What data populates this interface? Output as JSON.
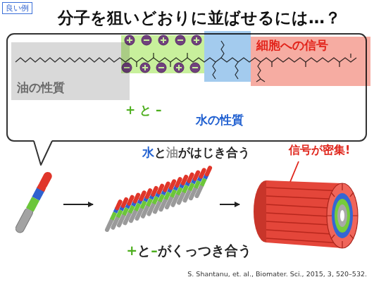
{
  "diagram": {
    "title": "分子を狙いどおりに並ばせるには…？",
    "nodes": [
      {
        "text": [
          "良い例"
        ]
      },
      {
        "text": [
          "油の性質"
        ]
      },
      {
        "text": [
          "+ と –"
        ]
      },
      {
        "text": [
          "水の性質"
        ]
      },
      {
        "text": [
          "細胞への信号"
        ]
      }
    ],
    "labels": [
      "水と油がはじき合う",
      "信号が密集!",
      "+と–がくっつき合う",
      "S. Shantanu, et. al., Biomater. Sci., 2015, 3, 520–532."
    ]
  }
}
